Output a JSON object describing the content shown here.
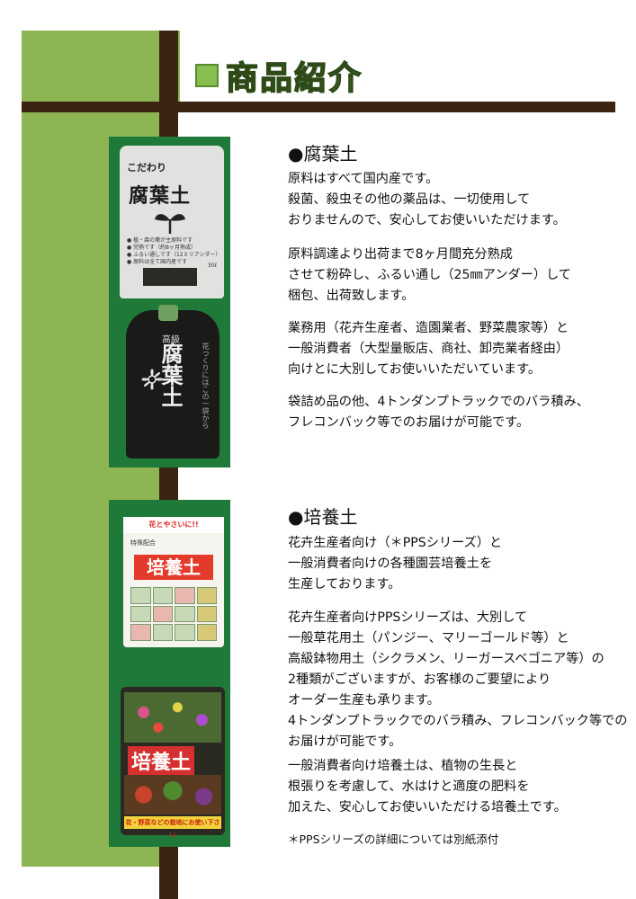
{
  "header": {
    "title": "商品紹介"
  },
  "products": [
    {
      "heading": "●腐葉土",
      "paragraphs": [
        "原料はすべて国内産です。\n殺菌、殺虫その他の薬品は、一切使用して\nおりませんので、安心してお使いいただけます。",
        "原料調達より出荷まで8ヶ月間充分熟成\nさせて粉砕し、ふるい通し（25㎜アンダー）して\n梱包、出荷致します。",
        "業務用（花卉生産者、造園業者、野菜農家等）と\n一般消費者（大型量販店、商社、卸売業者経由）\n向けとに大別してお使いいただいています。",
        "袋詰め品の他、4トンダンプトラックでのバラ積み、\nフレコンバック等でのお届けが可能です。"
      ],
      "images": [
        {
          "catch": "こだわり",
          "name": "腐葉土",
          "lines": "● 植・腐の葉が主原料です\n● 完熟です（約8ヶ月熟成）\n● ふるい通しです（12ミリアンダー）\n● 原料は全て国内産です",
          "weight": "30ℓ"
        },
        {
          "grade": "高級",
          "name": "腐葉土",
          "side": "花つくりにはこの一袋から"
        }
      ]
    },
    {
      "heading": "●培養土",
      "paragraphs": [
        "花卉生産者向け（＊PPSシリーズ）と\n一般消費者向けの各種園芸培養土を\n生産しております。",
        "花卉生産者向けPPSシリーズは、大別して\n一般草花用土（パンジー、マリーゴールド等）と\n高級鉢物用土（シクラメン、リーガースベゴニア等）の\n2種類がございますが、お客様のご要望により\nオーダー生産も承ります。\n4トンダンプトラックでのバラ積み、フレコンバック等での\nお届けが可能です。",
        "一般消費者向け培養土は、植物の生長と\n根張りを考慮して、水はけと適度の肥料を\n加えた、安心してお使いいただける培養土です。"
      ],
      "images": [
        {
          "top": "花とやさいに!!",
          "sub": "特殊配合",
          "name": "培養土"
        },
        {
          "name": "培養土",
          "stripe": "花・野菜などの栽培にお使い下さい"
        }
      ],
      "note": "＊PPSシリーズの詳細については別紙添付"
    }
  ],
  "colors": {
    "green_band": "#8db553",
    "brown_bar": "#3b2411",
    "panel_green": "#1f7a3a",
    "title_green": "#8fc85a"
  }
}
